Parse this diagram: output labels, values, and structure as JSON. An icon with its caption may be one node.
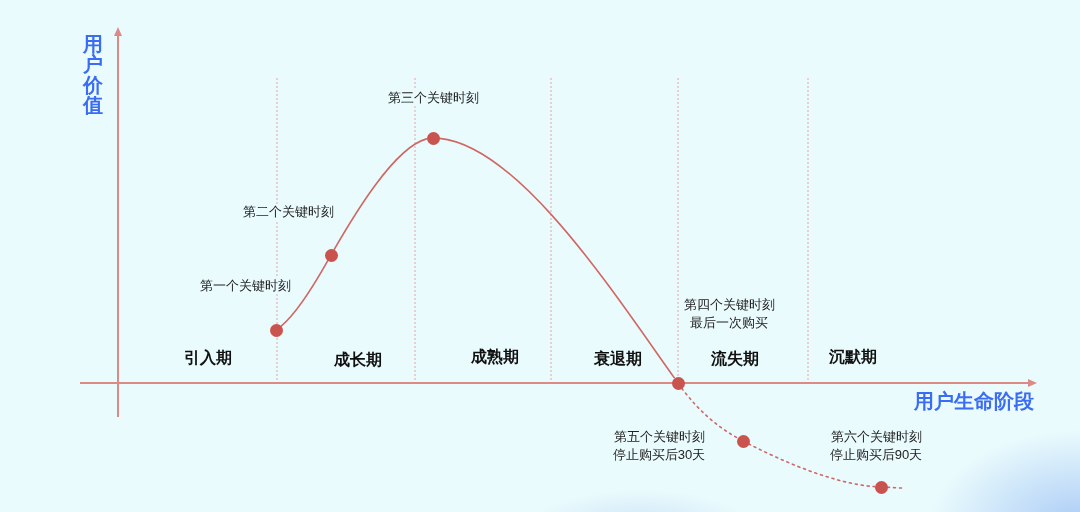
{
  "diagram": {
    "nodes": [
      {
        "text": [],
        "shape": "circle",
        "beside": [
          "第一个关键时刻"
        ]
      },
      {
        "text": [],
        "shape": "circle",
        "beside": [
          "第二个关键时刻"
        ]
      },
      {
        "text": [],
        "shape": "circle",
        "beside": [
          "第三个关键时刻"
        ]
      },
      {
        "text": [],
        "shape": "circle",
        "beside": [
          "第四个关键时刻",
          "最后一次购买"
        ]
      },
      {
        "text": [],
        "shape": "circle",
        "beside": [
          "第五个关键时刻",
          "停止购买后30天"
        ]
      },
      {
        "text": [],
        "shape": "circle",
        "beside": [
          "第六个关键时刻",
          "停止购买后90天"
        ]
      }
    ],
    "edges": [
      {
        "from": 0,
        "to": 1,
        "arrow": "none"
      },
      {
        "from": 1,
        "to": 2,
        "arrow": "none"
      },
      {
        "from": 2,
        "to": 3,
        "arrow": "none"
      },
      {
        "from": 3,
        "to": 4,
        "arrow": "none",
        "style": "dashed"
      },
      {
        "from": 4,
        "to": 5,
        "arrow": "none",
        "style": "dashed"
      },
      {
        "from": 5,
        "to": null,
        "arrow": "none",
        "style": "dashed"
      }
    ],
    "labels": [
      "用户价值",
      "引入期",
      "成长期",
      "成熟期",
      "衰退期",
      "流失期",
      "沉默期",
      "用户生命阶段"
    ]
  }
}
